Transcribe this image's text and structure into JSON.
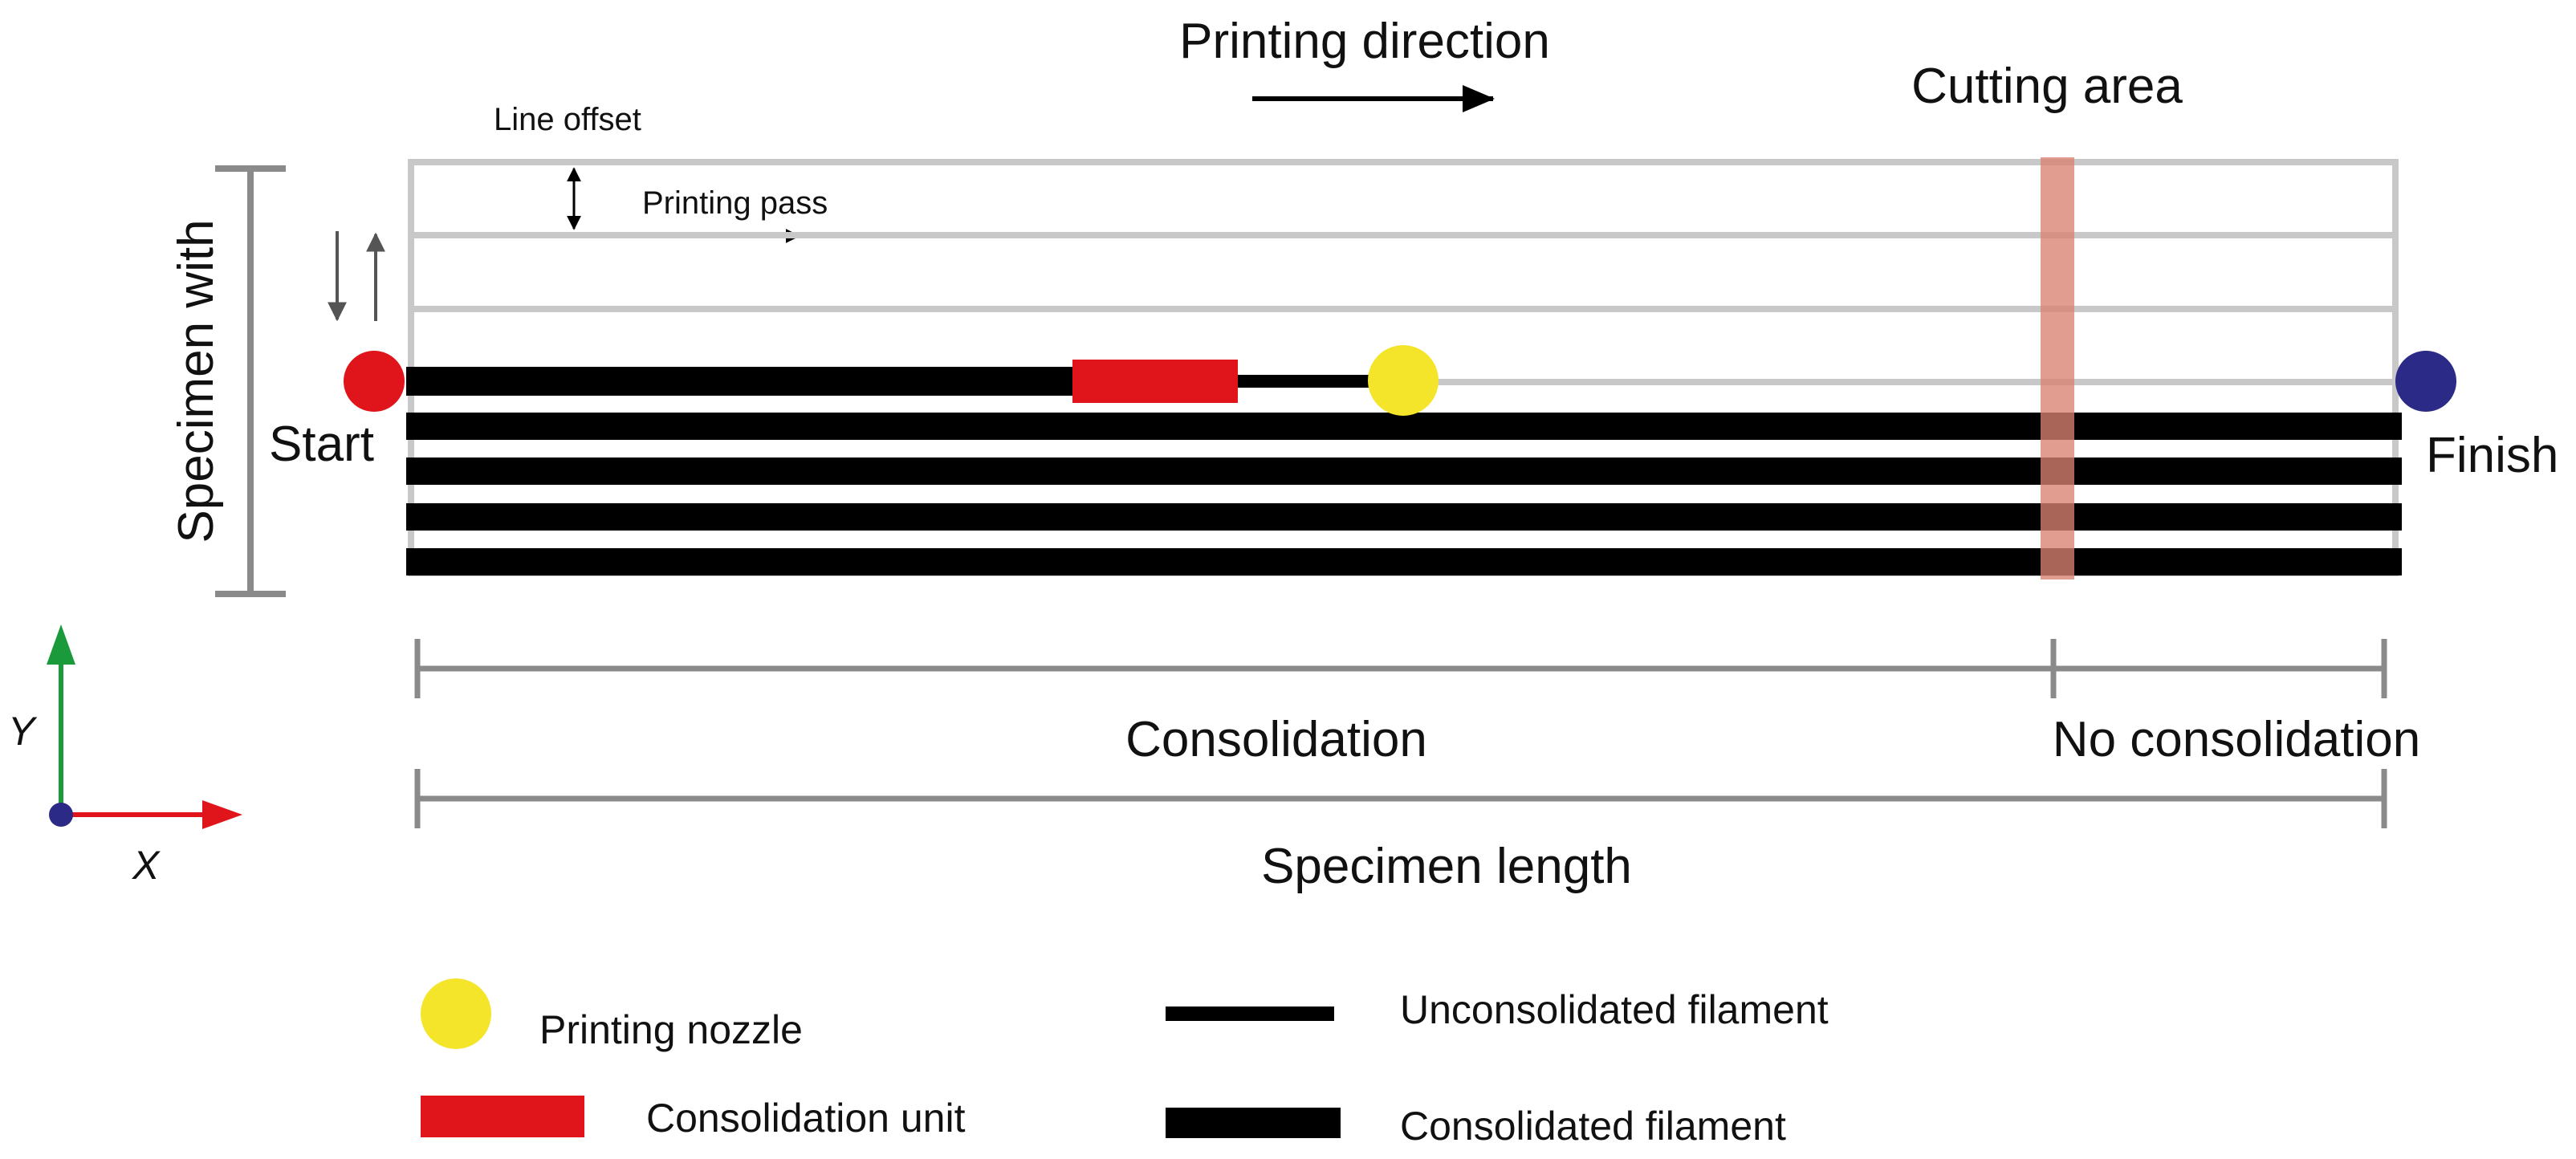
{
  "labels": {
    "printing_direction": "Printing direction",
    "cutting_area": "Cutting area",
    "line_offset": "Line offset",
    "printing_pass": "Printing pass",
    "specimen_width": "Specimen with",
    "start": "Start",
    "finish": "Finish",
    "consolidation": "Consolidation",
    "no_consolidation": "No consolidation",
    "specimen_length": "Specimen length",
    "axis_y": "Y",
    "axis_x": "X"
  },
  "legend": {
    "printing_nozzle": "Printing nozzle",
    "consolidation_unit": "Consolidation unit",
    "unconsolidated_filament": "Unconsolidated filament",
    "consolidated_filament": "Consolidated filament"
  },
  "colors": {
    "start_marker": "#e0141b",
    "finish_marker": "#2b2a86",
    "nozzle": "#f5e52a",
    "consolidation_unit": "#e0141b",
    "cutting_area": "#d9826f",
    "filament": "#000000",
    "frame": "#c8c8c8",
    "dimension": "#8a8a8a",
    "axis_y": "#1a9a3a",
    "axis_x": "#e0141b",
    "origin": "#2b2a86"
  }
}
